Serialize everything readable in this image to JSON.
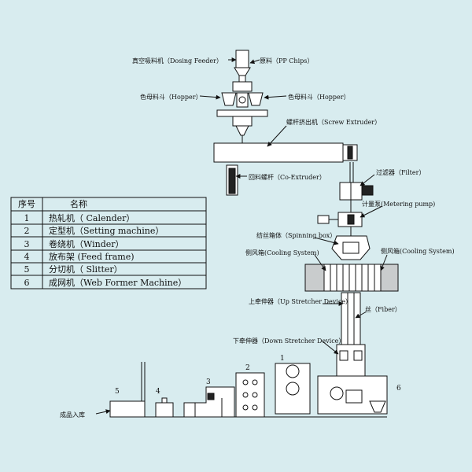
{
  "labels": {
    "dosing_feeder": "真空吸料机（Dosing Feeder）",
    "pp_chips": "原料（PP Chips）",
    "hopper_left": "色母料斗（Hopper）",
    "hopper_right": "色母料斗（Hopper）",
    "screw_extruder": "螺杆挤出机（Screw Extruder）",
    "co_extruder": "回料螺杆（Co-Extruder）",
    "filter": "过滤器（Filter）",
    "metering_pump": "计量泵(Metering pump)",
    "spinning_box": "纺丝箱体（Spinning box）",
    "cooling_left": "侧风箱(Cooling System)",
    "cooling_right": "侧风箱(Cooling System)",
    "up_stretcher": "上牵伸器（Up Stretcher Device）",
    "fiber": "丝（Fiber）",
    "down_stretcher": "下牵伸器（Down Stretcher Device）",
    "finished": "成品入库"
  },
  "table": {
    "headers": [
      "序号",
      "名称"
    ],
    "rows": [
      {
        "no": "1",
        "name": "热轧机（ Calender）"
      },
      {
        "no": "2",
        "name": "定型机（Setting machine）"
      },
      {
        "no": "3",
        "name": "卷绕机（Winder）"
      },
      {
        "no": "4",
        "name": "放布架 (Feed frame)"
      },
      {
        "no": "5",
        "name": "分切机（ Slitter）"
      },
      {
        "no": "6",
        "name": "成网机（Web Former Machine）"
      }
    ]
  },
  "machine_numbers": [
    "1",
    "2",
    "3",
    "4",
    "5",
    "6"
  ]
}
